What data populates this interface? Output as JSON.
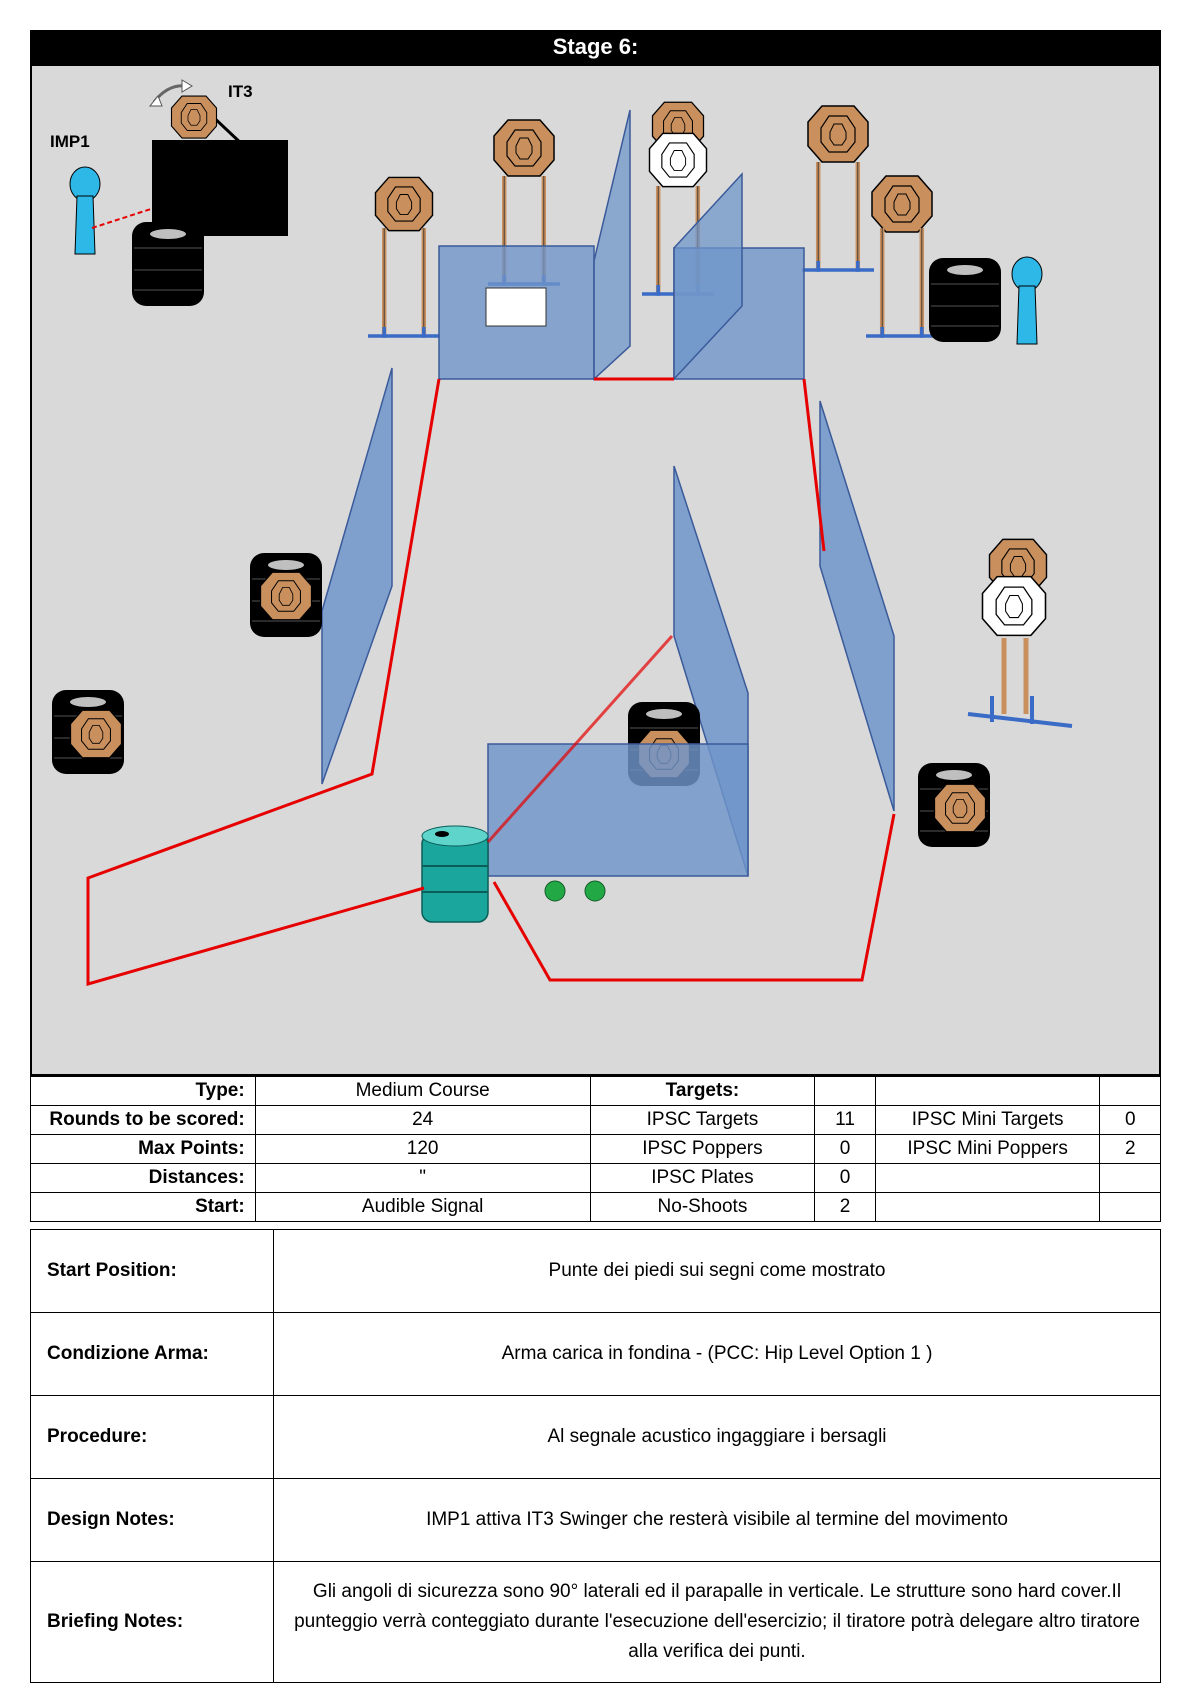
{
  "stage": {
    "title": "Stage 6:"
  },
  "diagram": {
    "labels": {
      "imp1": "IMP1",
      "it3": "IT3"
    },
    "colors": {
      "background": "#d9d9d9",
      "target_tan": "#c9905e",
      "no_shoot": "#ffffff",
      "wall_blue": "#6f95c9",
      "fault_line": "#e60000",
      "barrel": "#1aa69c",
      "activator": "#2db8e8",
      "start_mark": "#22a845",
      "stand_blue": "#3a6bc6"
    }
  },
  "info": {
    "type_label": "Type:",
    "type_value": "Medium Course",
    "targets_label": "Targets:",
    "rounds_label": "Rounds to be scored:",
    "rounds_value": "24",
    "ipsc_targets_label": "IPSC Targets",
    "ipsc_targets_value": "11",
    "ipsc_mini_targets_label": "IPSC Mini Targets",
    "ipsc_mini_targets_value": "0",
    "max_points_label": "Max Points:",
    "max_points_value": "120",
    "ipsc_poppers_label": "IPSC Poppers",
    "ipsc_poppers_value": "0",
    "ipsc_mini_poppers_label": "IPSC Mini Poppers",
    "ipsc_mini_poppers_value": "2",
    "distances_label": "Distances:",
    "distances_value": "\"",
    "ipsc_plates_label": "IPSC Plates",
    "ipsc_plates_value": "0",
    "start_label": "Start:",
    "start_value": "Audible Signal",
    "no_shoots_label": "No-Shoots",
    "no_shoots_value": "2"
  },
  "notes": {
    "start_position_label": "Start Position:",
    "start_position_value": "Punte dei piedi sui segni come mostrato",
    "condizione_label": "Condizione Arma:",
    "condizione_value": "Arma carica in fondina  - (PCC: Hip Level Option 1 )",
    "procedure_label": "Procedure:",
    "procedure_value": "Al segnale acustico ingaggiare i bersagli",
    "design_label": "Design Notes:",
    "design_value": "IMP1  attiva  IT3 Swinger che resterà visibile al termine del movimento",
    "briefing_label": "Briefing Notes:",
    "briefing_value": "Gli angoli di sicurezza sono 90° laterali ed il parapalle in verticale. Le strutture sono hard cover.Il punteggio verrà conteggiato durante l'esecuzione dell'esercizio; il tiratore potrà delegare altro tiratore alla verifica  dei punti."
  }
}
